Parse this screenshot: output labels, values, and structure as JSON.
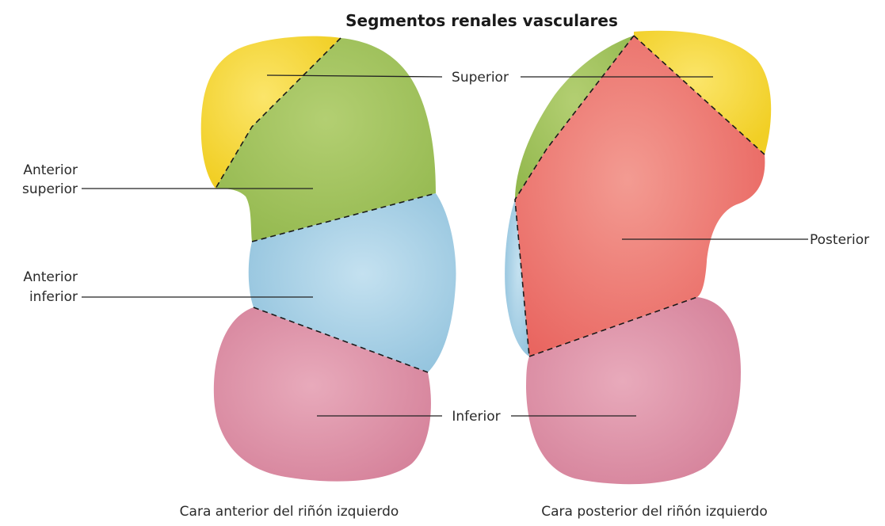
{
  "title": "Segmentos renales vasculares",
  "segments": {
    "superior": "Superior",
    "anterior_superior": [
      "Anterior",
      "superior"
    ],
    "anterior_inferior": [
      "Anterior",
      "inferior"
    ],
    "inferior": "Inferior",
    "posterior": "Posterior"
  },
  "captions": {
    "anterior_view": "Cara anterior del riñón izquierdo",
    "posterior_view": "Cara posterior del riñón izquierdo"
  },
  "colors": {
    "superior": "#f4d436",
    "anterior_superior": "#a3c35c",
    "anterior_inferior": "#9fcbe3",
    "inferior": "#d9879f",
    "posterior": "#ec6d66"
  }
}
